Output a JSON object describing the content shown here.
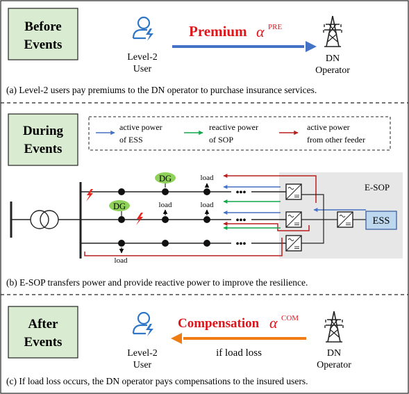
{
  "colors": {
    "green_box": "#d9ecd1",
    "blue_arrow": "#4472c4",
    "green_arrow": "#12a84c",
    "red_arrow": "#b81e1e",
    "orange_arrow": "#f07c14",
    "user_icon": "#2f77c6",
    "highlight_red": "#e0151b",
    "dg_fill": "#8fd15a",
    "esop_bg": "#e7e7e7",
    "ess_fill": "#bdd7ee",
    "lightning": "#e8251f"
  },
  "before": {
    "label_line1": "Before",
    "label_line2": "Events",
    "user_line1": "Level-2",
    "user_line2": "User",
    "premium_text": "Premium",
    "premium_symbol": "α",
    "premium_sup": "PRE",
    "operator_line1": "DN",
    "operator_line2": "Operator",
    "caption": "(a) Level-2 users pay premiums to the DN operator to purchase insurance services."
  },
  "during": {
    "label_line1": "During",
    "label_line2": "Events",
    "legend": [
      {
        "line1": "active power",
        "line2": "of ESS",
        "color_key": "blue_arrow"
      },
      {
        "line1": "reactive power",
        "line2": "of SOP",
        "color_key": "green_arrow"
      },
      {
        "line1": "active power",
        "line2": "from other feeder",
        "color_key": "red_arrow"
      }
    ],
    "dg_label": "DG",
    "load_label": "load",
    "dots": "•••",
    "esop_label": "E-SOP",
    "ess_label": "ESS",
    "caption": "(b) E-SOP transfers power and provide reactive power to improve the resilience."
  },
  "after": {
    "label_line1": "After",
    "label_line2": "Events",
    "user_line1": "Level-2",
    "user_line2": "User",
    "compensation_text": "Compensation",
    "compensation_symbol": "α",
    "compensation_sup": "COM",
    "condition_text": "if load loss",
    "operator_line1": "DN",
    "operator_line2": "Operator",
    "caption": "(c) If load loss occurs, the DN operator pays compensations to the insured users."
  }
}
